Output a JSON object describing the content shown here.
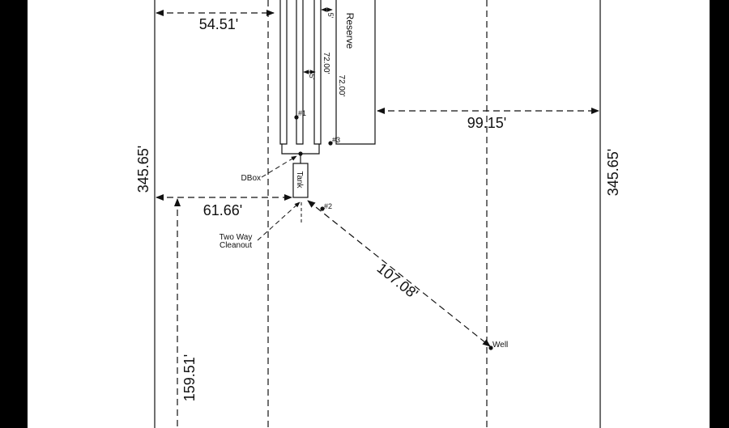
{
  "dimensions": {
    "left_offset_top": "54.51'",
    "lot_depth_left": "345.65'",
    "left_offset_tank": "61.66'",
    "left_offset_lower": "159.51'",
    "right_offset": "99.15'",
    "lot_depth_right": "345.65'",
    "well_distance": "107.08'",
    "trench_spacing_upper": "5'",
    "trench_spacing_lower": "5'",
    "trench_length": "72.00'",
    "reserve_length": "72.00'"
  },
  "labels": {
    "reserve": "Reserve",
    "tank": "Tank",
    "dbox": "DBox",
    "cleanout_line1": "Two Way",
    "cleanout_line2": "Cleanout",
    "well": "Well",
    "marker_1": "#1",
    "marker_2": "#2",
    "marker_3": "#3"
  },
  "colors": {
    "line": "#111111",
    "frame": "#000000",
    "background": "#ffffff"
  }
}
